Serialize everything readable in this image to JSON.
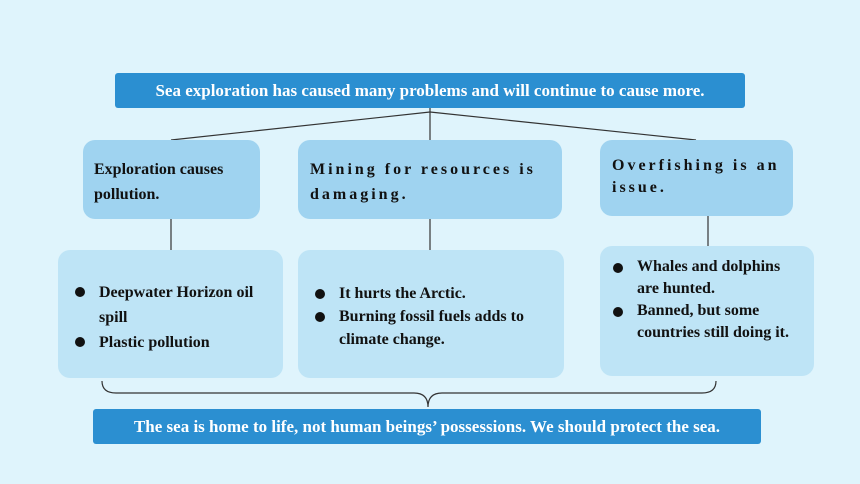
{
  "top_statement": "Sea exploration has caused many problems and will continue to cause more.",
  "branches": [
    {
      "heading": "Exploration causes pollution.",
      "points": [
        "Deepwater Horizon oil spill",
        "Plastic pollution"
      ]
    },
    {
      "heading": "Mining for resources is damaging.",
      "points": [
        "It hurts the Arctic.",
        "Burning fossil fuels adds to climate change."
      ]
    },
    {
      "heading": "Overfishing is an issue.",
      "points": [
        "Whales and dolphins are hunted.",
        "Banned, but some countries still doing it."
      ]
    }
  ],
  "conclusion": "The sea is home to life, not human beings’ possessions. We should protect the sea.",
  "colors": {
    "background": "#dff4fc",
    "bar": "#2b8fd1",
    "heading_box": "#9fd3f0",
    "point_box": "#bee4f6"
  }
}
